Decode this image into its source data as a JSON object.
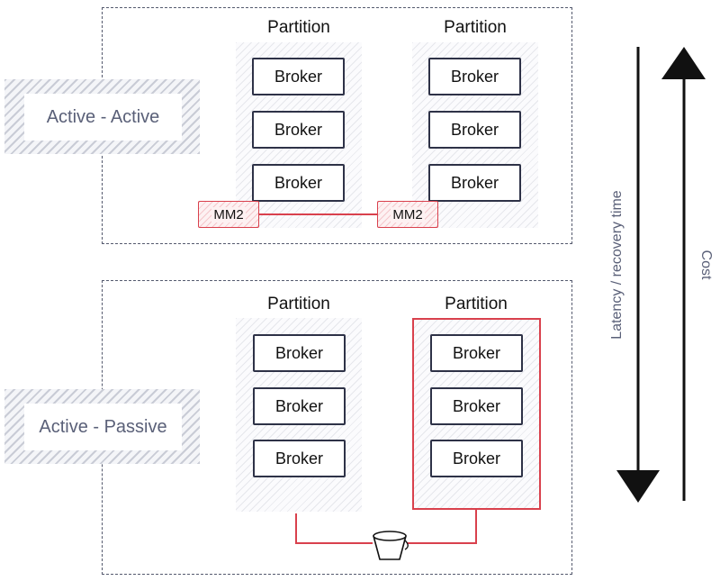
{
  "sections": [
    {
      "mode_label": "Active - Active",
      "partitions": [
        {
          "title": "Partition",
          "brokers": [
            "Broker",
            "Broker",
            "Broker"
          ],
          "mm2": "MM2"
        },
        {
          "title": "Partition",
          "brokers": [
            "Broker",
            "Broker",
            "Broker"
          ],
          "mm2": "MM2"
        }
      ]
    },
    {
      "mode_label": "Active - Passive",
      "partitions": [
        {
          "title": "Partition",
          "brokers": [
            "Broker",
            "Broker",
            "Broker"
          ]
        },
        {
          "title": "Partition",
          "brokers": [
            "Broker",
            "Broker",
            "Broker"
          ],
          "highlighted": true
        }
      ],
      "storage_icon": "bucket-icon"
    }
  ],
  "arrows": {
    "down_label": "Latency / recovery time",
    "up_label": "Cost"
  },
  "colors": {
    "accent": "#d9414d",
    "outline": "#2e3247",
    "muted_text": "#5a6078"
  }
}
